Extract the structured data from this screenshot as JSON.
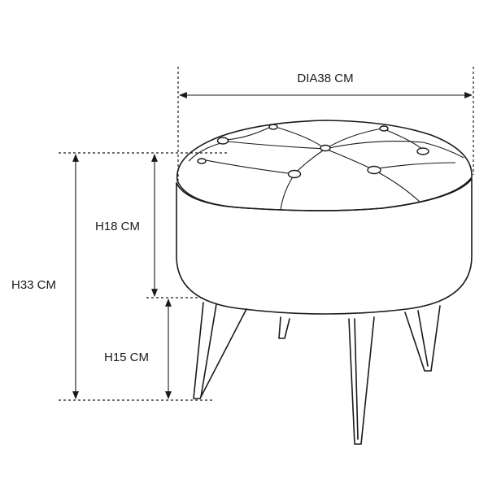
{
  "dimensions": {
    "diameter": "DIA38 CM",
    "total_height": "H33 CM",
    "seat_height": "H18 CM",
    "leg_height": "H15 CM"
  },
  "colors": {
    "ink": "#1a1a1a",
    "background": "#ffffff"
  }
}
